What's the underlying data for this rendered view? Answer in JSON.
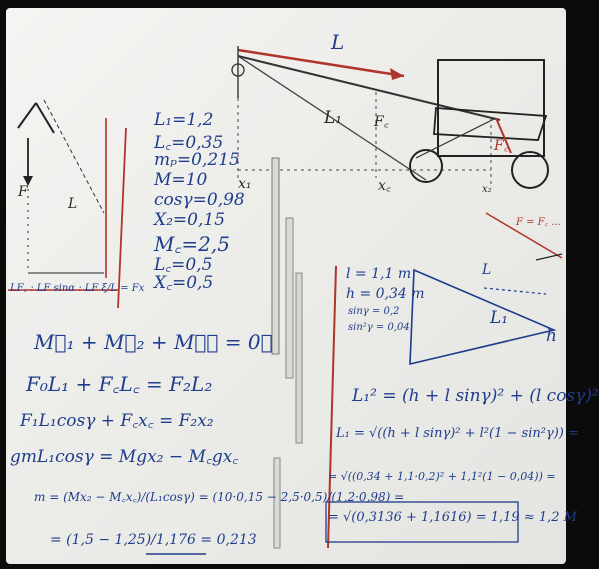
{
  "photo": {
    "subject": "whiteboard",
    "accent_colors": {
      "blue_ink": "#1f3d8c",
      "red_ink": "#b2332b",
      "board": "#efefec"
    }
  },
  "diagram_labels": {
    "L_top": "L",
    "L1_mid": "L₁",
    "Fc_mid": "F꜀",
    "x1": "x₁",
    "xc": "x꜀",
    "x2": "x₂",
    "Fr": "F꜀",
    "Fv": "F = F꜀ ...",
    "left_F": "F",
    "left_L": "L"
  },
  "left_box_eq": "LF꜀ : LF sinα : LF ξ/L = Fx",
  "givens": [
    "L₁=1,2",
    "L꜀=0,35",
    "mₚ=0,215",
    "M=10",
    "cosγ=0,98",
    "X₂=0,15",
    "M꜀=2,5",
    "L꜀=0,5",
    "X꜀=0,5"
  ],
  "equations": [
    "M⃗₁ + M⃗₂ + M⃗꜀ = 0⃗",
    "F₀L₁ + F꜀L꜀ = F₂L₂",
    "F₁L₁cosγ + F꜀x꜀ = F₂x₂",
    "gmL₁cosγ = Mgx₂ − M꜀gx꜀",
    "m = (Mx₂ − M꜀x꜀)/(L₁cosγ) = (10·0,15 − 2,5·0,5)/(1,2·0,98) =",
    "= (1,5 − 1,25)/1,176 = 0,213"
  ],
  "right_givens": [
    "l = 1,1 m",
    "h = 0,34 m",
    "sinγ = 0,2",
    "sin²γ = 0,04"
  ],
  "right_diagram": {
    "L": "L",
    "L1": "L₁",
    "h": "h"
  },
  "right_equations": [
    "L₁² = (h + l sinγ)² + (l cosγ)²",
    "L₁ = √((h + l sinγ)² + l²(1 − sin²γ)) =",
    "= √((0,34 + 1,1·0,2)² + 1,1²(1 − 0,04)) =",
    "= √(0,3136 + 1,1616) = 1,19 ≈ 1,2 M"
  ]
}
